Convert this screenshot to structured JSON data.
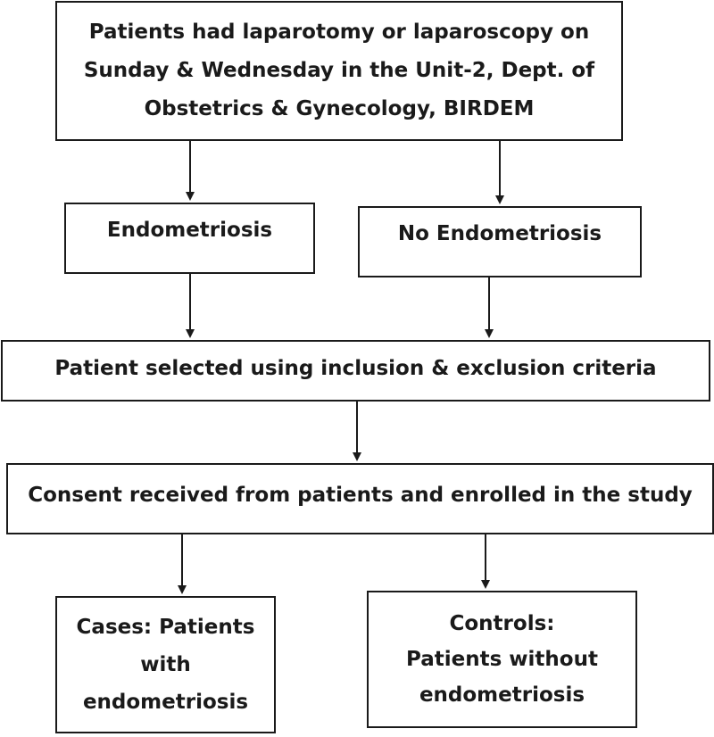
{
  "diagram": {
    "top_box": {
      "lines": [
        "Patients had laparotomy or laparoscopy on",
        "Sunday & Wednesday in the Unit-2, Dept. of",
        "Obstetrics & Gynecology, BIRDEM"
      ]
    },
    "left_branch": {
      "label": "Endometriosis"
    },
    "right_branch": {
      "label": "No Endometriosis"
    },
    "selection": {
      "label": "Patient selected using inclusion & exclusion criteria"
    },
    "consent": {
      "label": "Consent received from patients and enrolled in the study"
    },
    "cases_box": {
      "lines": [
        "Cases: Patients",
        "with",
        "endometriosis"
      ]
    },
    "controls_box": {
      "lines": [
        "Controls:",
        "Patients without",
        "endometriosis"
      ]
    }
  }
}
